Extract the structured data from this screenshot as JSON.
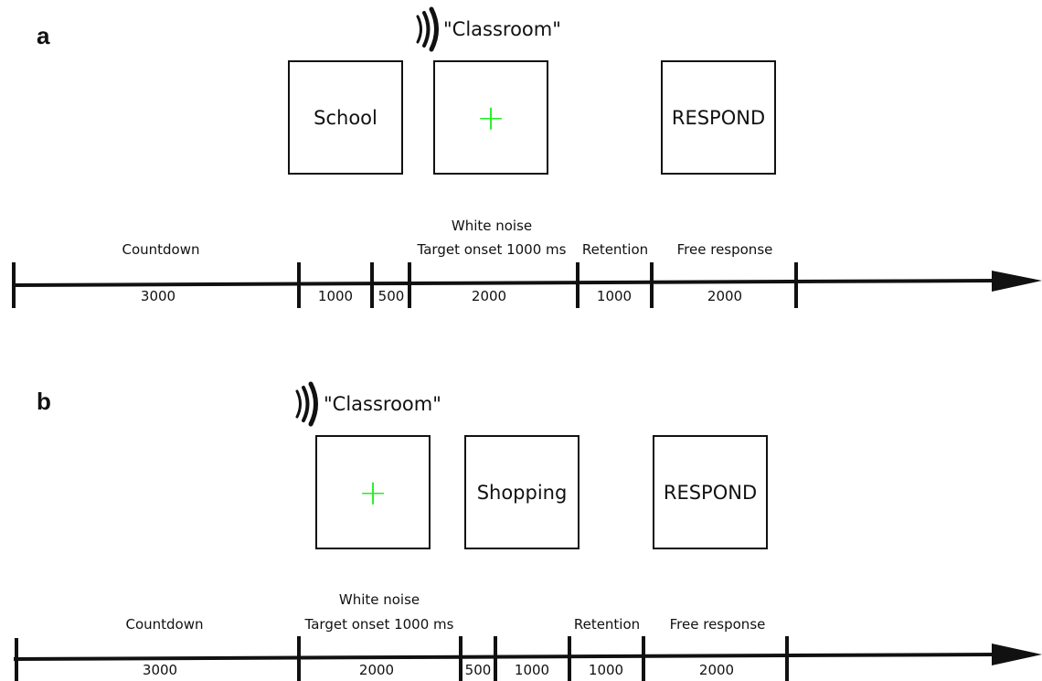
{
  "panel_a": {
    "letter": "a",
    "audio_word": "\"Classroom\"",
    "boxes": {
      "cue": "School",
      "fixation": "+",
      "respond": "RESPOND"
    },
    "phase_labels": {
      "countdown": "Countdown",
      "white_noise": "White noise",
      "target_onset": "Target onset 1000 ms",
      "retention": "Retention",
      "free_response": "Free response"
    },
    "durations": [
      "3000",
      "1000",
      "500",
      "2000",
      "1000",
      "2000"
    ]
  },
  "panel_b": {
    "letter": "b",
    "audio_word": "\"Classroom\"",
    "boxes": {
      "fixation": "+",
      "cue": "Shopping",
      "respond": "RESPOND"
    },
    "phase_labels": {
      "countdown": "Countdown",
      "white_noise": "White noise",
      "target_onset": "Target onset 1000 ms",
      "retention": "Retention",
      "free_response": "Free response"
    },
    "durations": [
      "3000",
      "2000",
      "500",
      "1000",
      "1000",
      "2000"
    ]
  },
  "colors": {
    "fixation_cross": "#22ee22",
    "lines": "#111111"
  },
  "icons": {
    "audio": "sound-waves-icon"
  }
}
